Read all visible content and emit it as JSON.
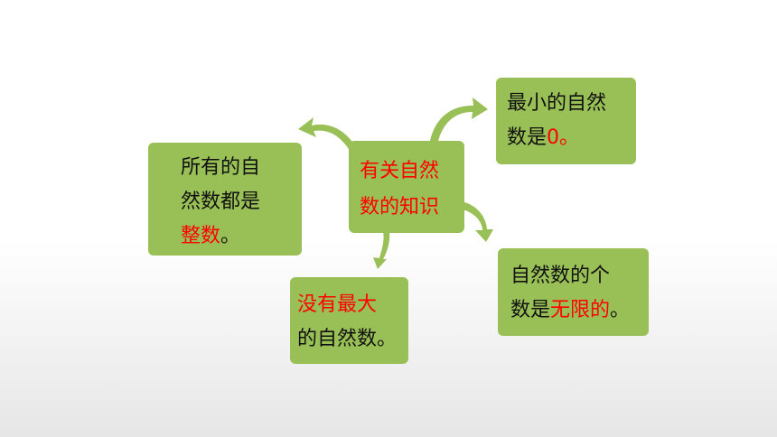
{
  "center": {
    "line1": "有关自然",
    "line2": "数的知识"
  },
  "box_left": {
    "line1": "所有的自",
    "line2": "然数都是",
    "line3_red": "整数",
    "line3_end": "。"
  },
  "box_top_right": {
    "line1": "最小的自然",
    "line2_start": "数是",
    "line2_red": "0",
    "line2_end": "。"
  },
  "box_bottom": {
    "line1_red": "没有最大",
    "line2": "的自然数。"
  },
  "box_right": {
    "line1": "自然数的个",
    "line2_start": "数是",
    "line2_red": "无限的",
    "line2_end": "。"
  },
  "colors": {
    "box_fill": "#99c056",
    "highlight": "#ff0000",
    "text": "#111111"
  }
}
